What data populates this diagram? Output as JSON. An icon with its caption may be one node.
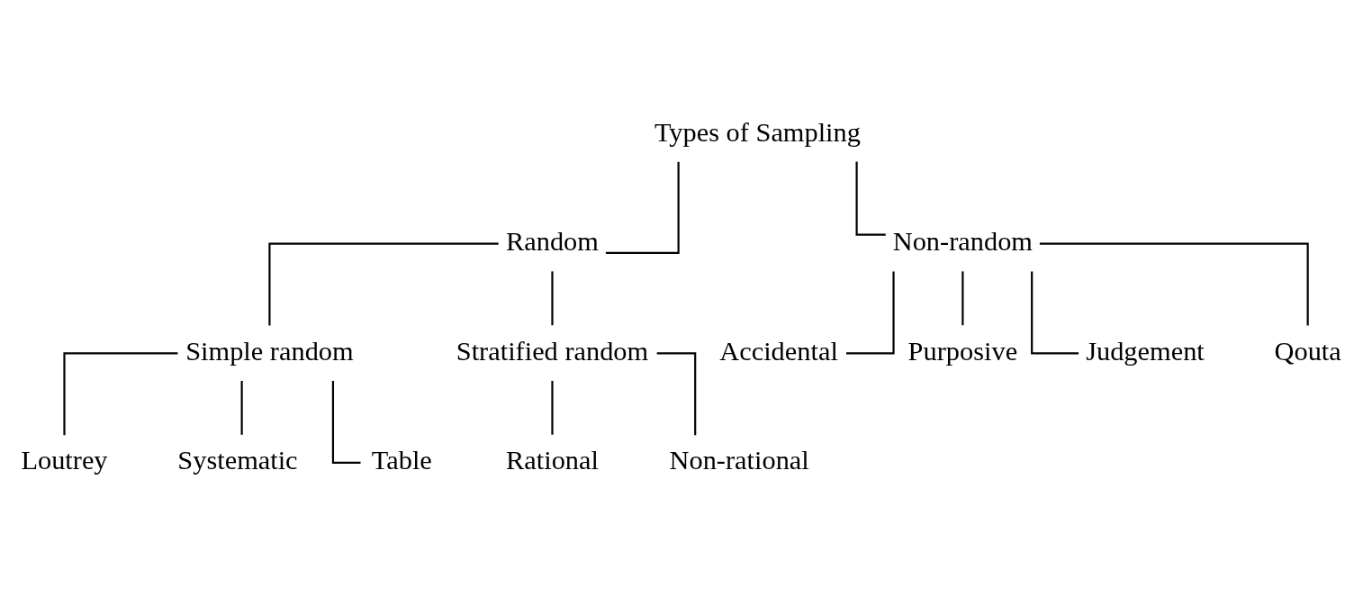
{
  "diagram": {
    "nodes": [
      {
        "text": [
          "Types of Sampling"
        ]
      },
      {
        "text": [
          "Random"
        ]
      },
      {
        "text": [
          "Non-random"
        ]
      },
      {
        "text": [
          "Simple random"
        ]
      },
      {
        "text": [
          "Stratified random"
        ]
      },
      {
        "text": [
          "Loutrey"
        ]
      },
      {
        "text": [
          "Systematic"
        ]
      },
      {
        "text": [
          "Table"
        ]
      },
      {
        "text": [
          "Rational"
        ]
      },
      {
        "text": [
          "Non-rational"
        ]
      },
      {
        "text": [
          "Accidental"
        ]
      },
      {
        "text": [
          "Purposive"
        ]
      },
      {
        "text": [
          "Judgement"
        ]
      },
      {
        "text": [
          "Qouta"
        ]
      }
    ],
    "edges": [
      {
        "from": 0,
        "to": 1,
        "arrow": "none"
      },
      {
        "from": 0,
        "to": 2,
        "arrow": "none"
      },
      {
        "from": 1,
        "to": 3,
        "arrow": "none"
      },
      {
        "from": 1,
        "to": 4,
        "arrow": "none"
      },
      {
        "from": 3,
        "to": 5,
        "arrow": "none"
      },
      {
        "from": 3,
        "to": 6,
        "arrow": "none"
      },
      {
        "from": 3,
        "to": 7,
        "arrow": "none"
      },
      {
        "from": 4,
        "to": 8,
        "arrow": "none"
      },
      {
        "from": 4,
        "to": 9,
        "arrow": "none"
      },
      {
        "from": 2,
        "to": 10,
        "arrow": "none"
      },
      {
        "from": 2,
        "to": 11,
        "arrow": "none"
      },
      {
        "from": 2,
        "to": 12,
        "arrow": "none"
      },
      {
        "from": 2,
        "to": 13,
        "arrow": "none"
      }
    ]
  }
}
